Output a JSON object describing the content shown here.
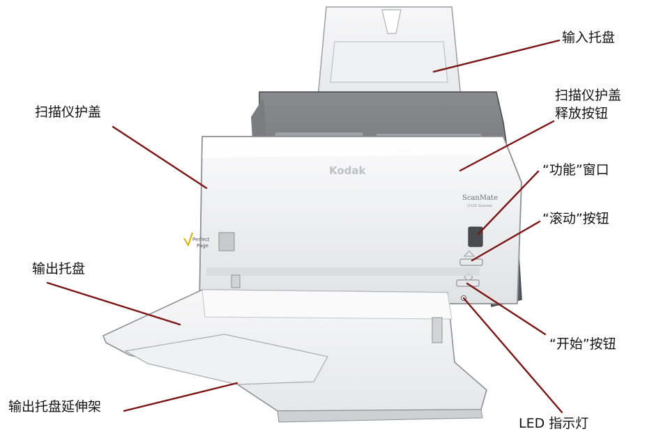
{
  "labels": {
    "input_tray": "输入托盘",
    "scanner_cover": "扫描仪护盖",
    "cover_release_line1": "扫描仪护盖",
    "cover_release_line2": "释放按钮",
    "function_window": "“功能”窗口",
    "scroll_button": "“滚动”按钮",
    "output_tray": "输出托盘",
    "start_button": "“开始”按钮",
    "output_tray_extension": "输出托盘延伸架",
    "led_indicator": "LED 指示灯"
  },
  "device": {
    "brand": "Kodak",
    "model": "ScanMate",
    "model_sub": "i1120 Scanner",
    "logo_line1": "Perfect",
    "logo_line2": "Page"
  },
  "colors": {
    "leader_line": "#7a1414",
    "body": "#f2f2f3",
    "dark_frame": "#6c6d70"
  }
}
